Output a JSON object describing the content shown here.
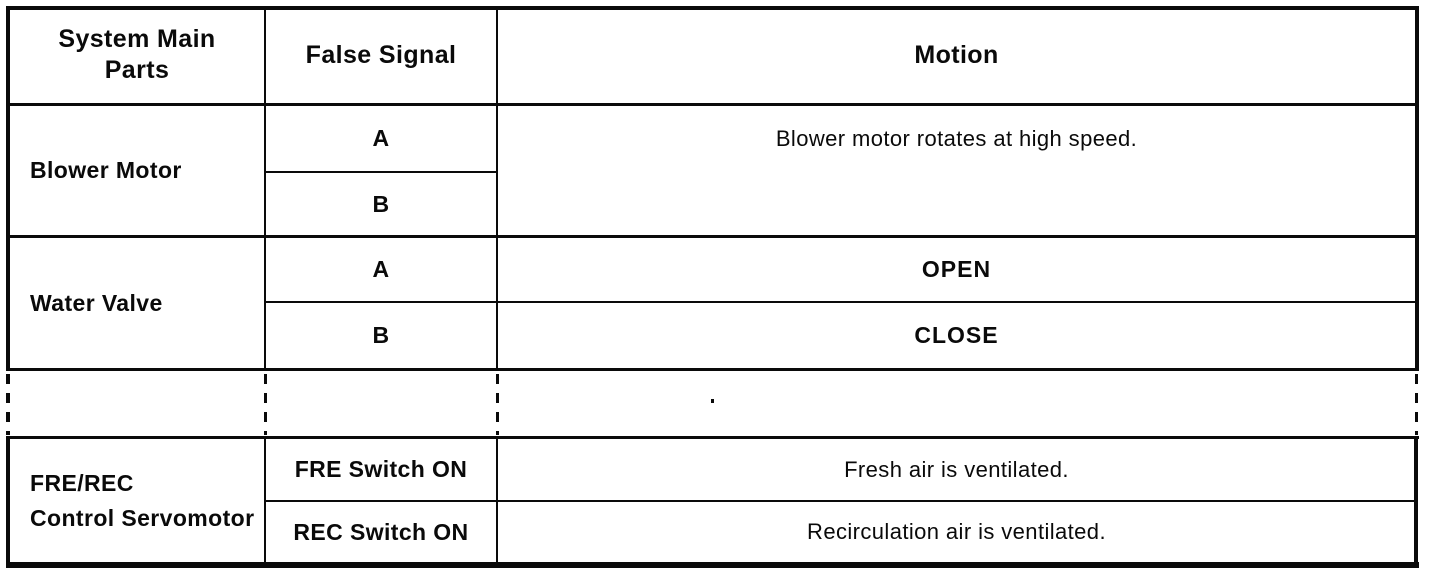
{
  "colors": {
    "ink": "#0a0a0a",
    "paper": "#ffffff"
  },
  "table": {
    "header": {
      "system_main_parts": "System Main\nParts",
      "false_signal": "False Signal",
      "motion": "Motion"
    },
    "blower": {
      "part": "Blower Motor",
      "signal_a": "A",
      "signal_b": "B",
      "motion": "Blower motor rotates at high speed."
    },
    "water": {
      "part": "Water Valve",
      "signal_a": "A",
      "signal_b": "B",
      "motion_open": "OPEN",
      "motion_close": "CLOSE"
    },
    "servo": {
      "part": "FRE/REC\nControl Servomotor",
      "signal_fre": "FRE Switch ON",
      "signal_rec": "REC Switch ON",
      "motion_fre": "Fresh air is ventilated.",
      "motion_rec": "Recirculation air is ventilated."
    }
  }
}
